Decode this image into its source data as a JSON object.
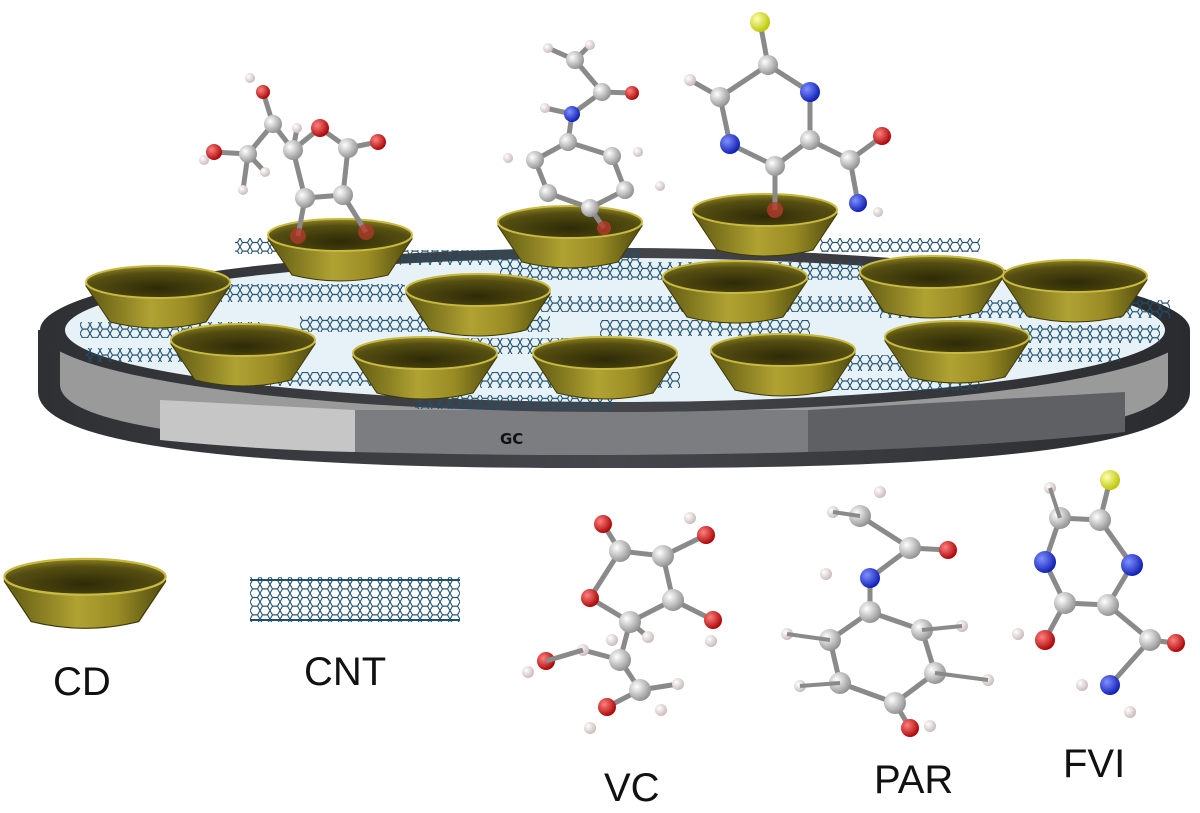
{
  "electrode": {
    "label": "GC"
  },
  "legend": {
    "cd": "CD",
    "cnt": "CNT",
    "vc": "VC",
    "par": "PAR",
    "fvi": "FVI"
  },
  "colors": {
    "cup_gold": "#a89a2a",
    "cup_dark": "#3c3808",
    "cnt_blue": "#1f4e6a",
    "carbon": "#b5b5b5",
    "oxygen": "#dd1111",
    "nitrogen": "#1a2fd6",
    "fluorine": "#e0ec1a",
    "hydrogen": "#f0e4e4",
    "electrode_dark": "#3a3b3f",
    "electrode_grey": "#8c8c8c",
    "surface": "#e7f2f8"
  }
}
